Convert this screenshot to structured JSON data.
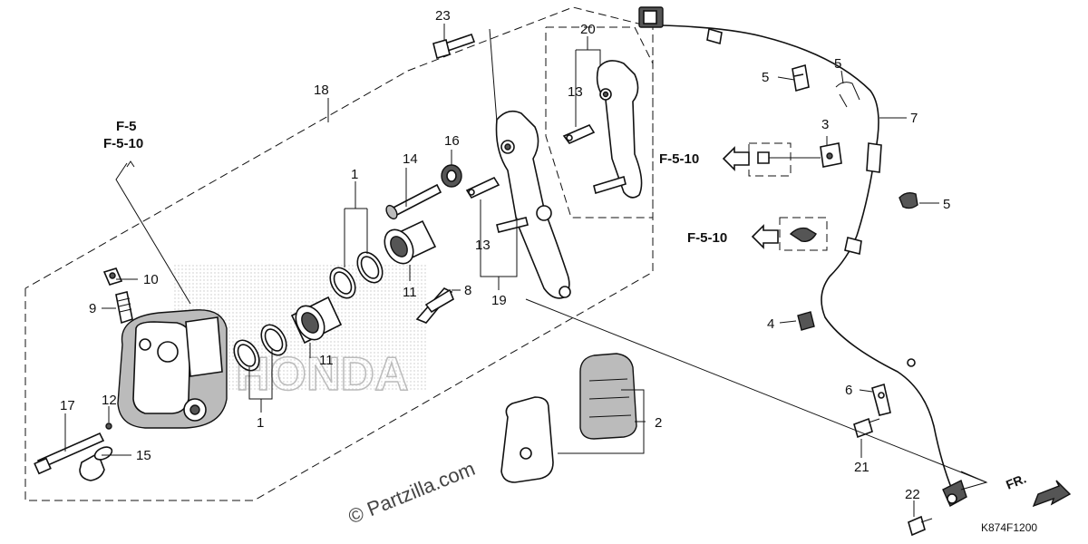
{
  "diagram": {
    "callouts": [
      {
        "id": "c1a",
        "text": "1"
      },
      {
        "id": "c1b",
        "text": "1"
      },
      {
        "id": "c2",
        "text": "2"
      },
      {
        "id": "c3",
        "text": "3"
      },
      {
        "id": "c4",
        "text": "4"
      },
      {
        "id": "c5a",
        "text": "5"
      },
      {
        "id": "c5b",
        "text": "5"
      },
      {
        "id": "c5c",
        "text": "5"
      },
      {
        "id": "c6",
        "text": "6"
      },
      {
        "id": "c7",
        "text": "7"
      },
      {
        "id": "c8",
        "text": "8"
      },
      {
        "id": "c9",
        "text": "9"
      },
      {
        "id": "c10",
        "text": "10"
      },
      {
        "id": "c11a",
        "text": "11"
      },
      {
        "id": "c11b",
        "text": "11"
      },
      {
        "id": "c12",
        "text": "12"
      },
      {
        "id": "c13a",
        "text": "13"
      },
      {
        "id": "c13b",
        "text": "13"
      },
      {
        "id": "c14",
        "text": "14"
      },
      {
        "id": "c15",
        "text": "15"
      },
      {
        "id": "c16",
        "text": "16"
      },
      {
        "id": "c17",
        "text": "17"
      },
      {
        "id": "c18",
        "text": "18"
      },
      {
        "id": "c19",
        "text": "19"
      },
      {
        "id": "c20",
        "text": "20"
      },
      {
        "id": "c21",
        "text": "21"
      },
      {
        "id": "c22",
        "text": "22"
      },
      {
        "id": "c23",
        "text": "23"
      }
    ],
    "references": {
      "ref_top_line1": "F-5",
      "ref_top_line2": "F-5-10",
      "ref_arrow_a": "F-5-10",
      "ref_arrow_b": "F-5-10"
    },
    "watermark": "© Partzilla.com",
    "background_brand": "HONDA",
    "direction_label": "FR.",
    "diagram_code": "K874F1200"
  }
}
